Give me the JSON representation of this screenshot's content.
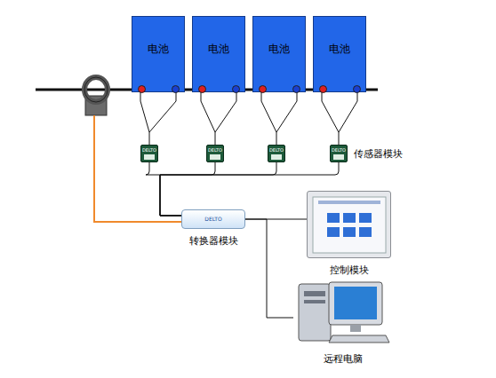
{
  "diagram": {
    "nodes": [
      {
        "text": [
          "电池"
        ]
      },
      {
        "text": [
          "电池"
        ]
      },
      {
        "text": [
          "电池"
        ]
      },
      {
        "text": [
          "电池"
        ]
      },
      {
        "text": [
          "DELTO"
        ]
      },
      {
        "text": [
          "DELTO"
        ]
      },
      {
        "text": [
          "DELTO"
        ]
      },
      {
        "text": [
          "DELTO"
        ]
      },
      {
        "text": [
          "DELTO",
          "转换器模块"
        ]
      },
      {
        "text": [
          "控制模块"
        ]
      },
      {
        "text": [
          "远程电脑"
        ]
      }
    ],
    "edges": [
      {
        "from": 0,
        "to": 4,
        "arrow": "none"
      },
      {
        "from": 1,
        "to": 5,
        "arrow": "none"
      },
      {
        "from": 2,
        "to": 6,
        "arrow": "none"
      },
      {
        "from": 3,
        "to": 7,
        "arrow": "none"
      },
      {
        "from": 4,
        "to": 8,
        "arrow": "none"
      },
      {
        "from": 5,
        "to": 8,
        "arrow": "none"
      },
      {
        "from": 6,
        "to": 8,
        "arrow": "none"
      },
      {
        "from": 7,
        "to": 8,
        "arrow": "none"
      },
      {
        "from": 8,
        "to": 9,
        "arrow": "none"
      },
      {
        "from": 8,
        "to": 10,
        "arrow": "none"
      }
    ],
    "labels": [
      "传感器模块"
    ]
  }
}
